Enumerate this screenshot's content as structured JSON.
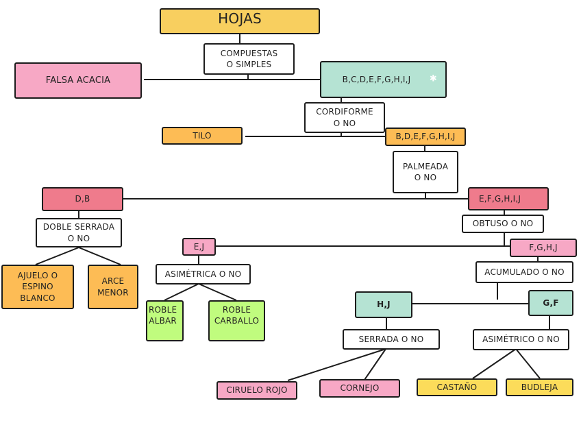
{
  "title": "HOJAS",
  "nodes": {
    "hojas": "HOJAS",
    "compuestas": "COMPUESTAS\nO SIMPLES",
    "falsa_acacia": "FALSA ACACIA",
    "bcdefghij": "B,C,D,E,F,G,H,I,J",
    "cordiforme": "CORDIFORME\nO NO",
    "tilo": "TILO",
    "bdefghij": "B,D,E,F,G,H,I,J",
    "palmeada": "PALMEADA\nO NO",
    "db": "D,B",
    "efghij": "E,F,G,H,I,J",
    "doble_serrada": "DOBLE SERRADA\nO NO",
    "obtuso": "OBTUSO O NO",
    "ej": "E,J",
    "fghj": "F,G,H,J",
    "ajuelo": "AJUELO O\nESPINO\nBLANCO",
    "arce": "ARCE\nMENOR",
    "asimetrica": "ASIMÉTRICA O NO",
    "acumulado": "ACUMULADO O NO",
    "roble_albar": "ROBLE\nALBAR",
    "roble_carballo": "ROBLE\nCARBALLO",
    "hj": "H,J",
    "gf": "G,F",
    "serrada": "SERRADA O NO",
    "asimetrico": "ASIMÉTRICO O NO",
    "ciruelo": "CIRUELO ROJO",
    "cornejo": "CORNEJO",
    "castano": "CASTAÑO",
    "budleja": "BUDLEJA"
  },
  "icons": {
    "star": "sparkle-icon"
  }
}
